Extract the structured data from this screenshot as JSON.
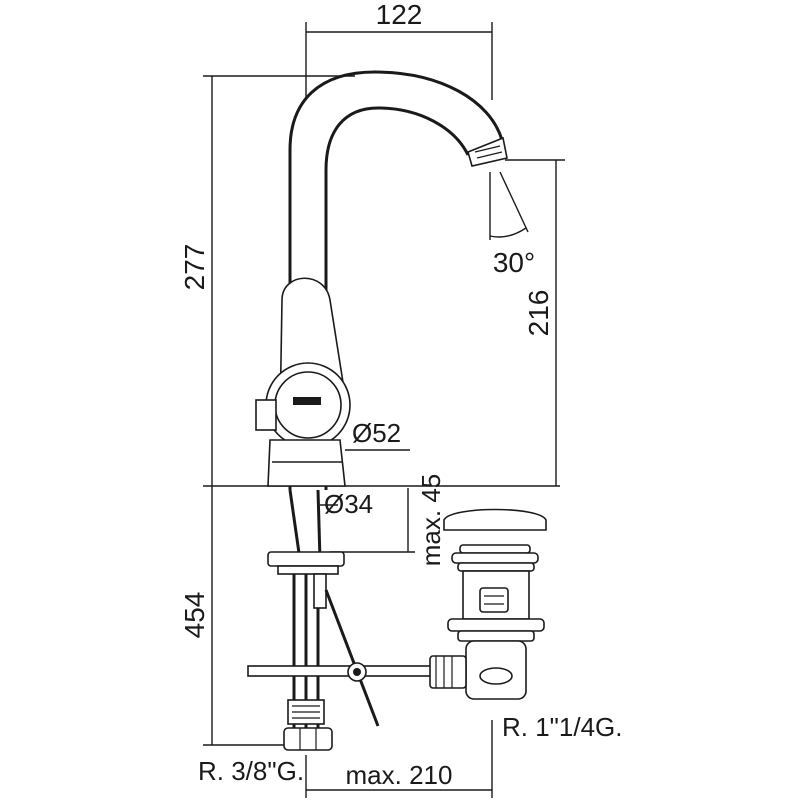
{
  "drawing": {
    "dimensions": {
      "spout_reach": "122",
      "total_height": "277",
      "outlet_height": "216",
      "spout_angle": "30°",
      "body_diameter": "Ø52",
      "base_diameter": "Ø34",
      "max_deck_thickness": "max. 45",
      "hose_length": "454",
      "supply_connection": "R. 3/8\"G.",
      "waste_connection": "R. 1\"1/4G.",
      "waste_distance": "max. 210"
    }
  }
}
